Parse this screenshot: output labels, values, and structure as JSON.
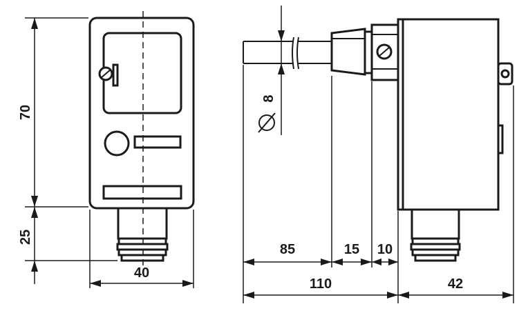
{
  "dimensions": {
    "height_body": "70",
    "height_connector": "25",
    "width_front": "40",
    "diameter_label": "8",
    "len_cable": "85",
    "len_nut": "15",
    "len_gland": "10",
    "len_total": "110",
    "depth_body": "42"
  },
  "colors": {
    "line": "#1a1a1a",
    "background": "#ffffff"
  }
}
